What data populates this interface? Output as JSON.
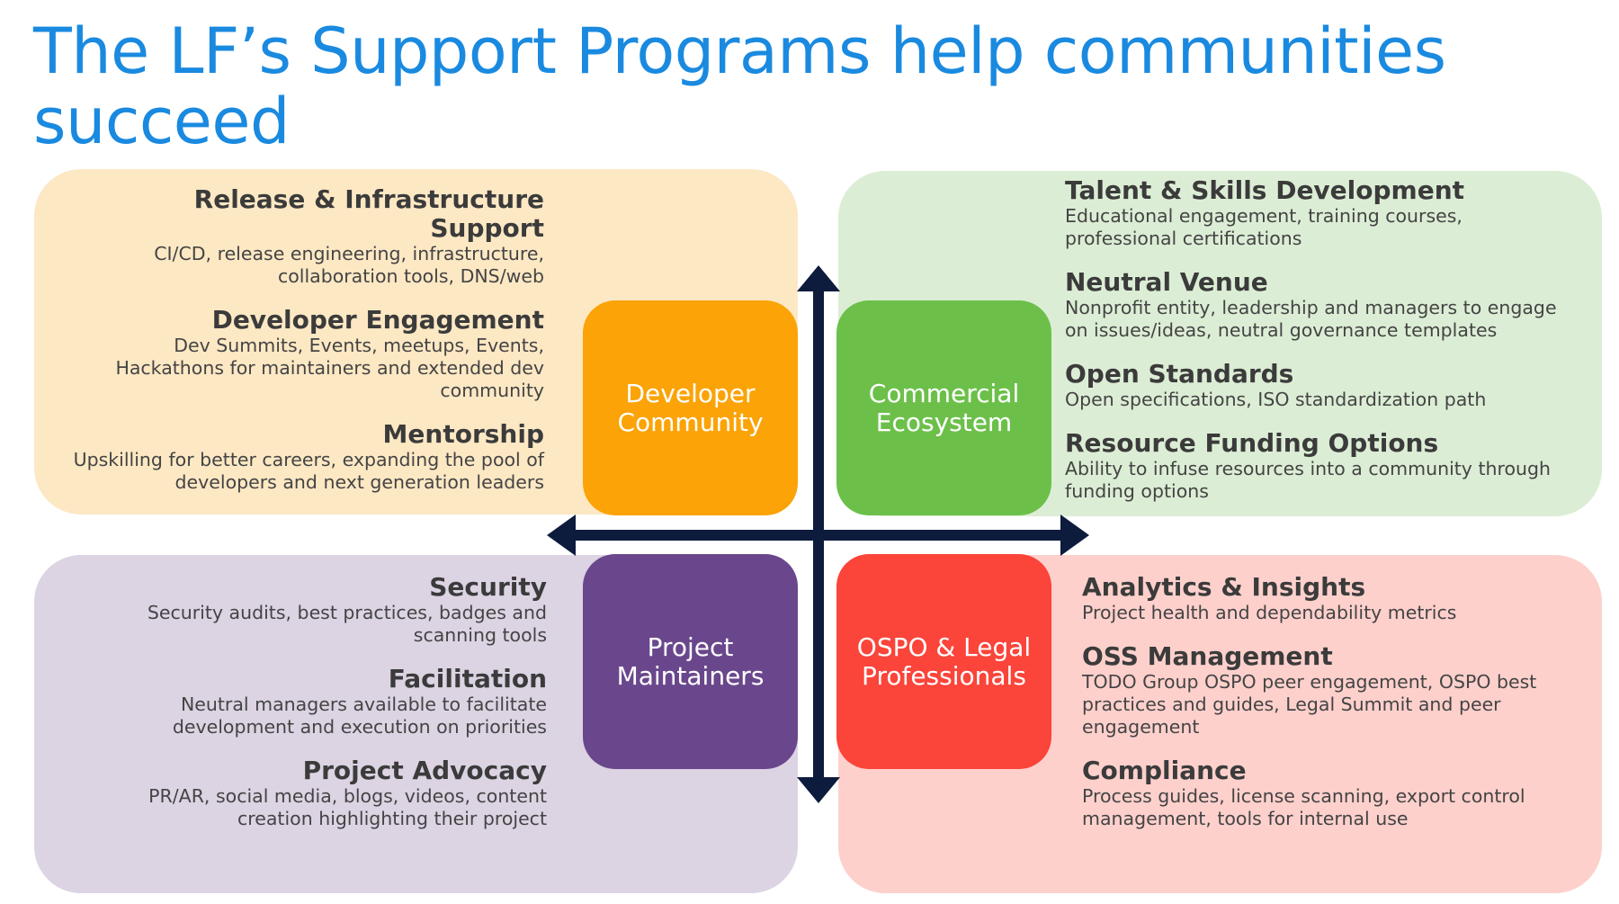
{
  "title": "The LF’s Support Programs help communities succeed",
  "colors": {
    "title": "#1a8ae0",
    "developer_community": "#fba307",
    "commercial_ecosystem": "#6cc04a",
    "project_maintainers": "#6a478c",
    "ospo_legal": "#fb443a",
    "axis": "#0d1b3d"
  },
  "hubs": {
    "developer_community": [
      "Developer",
      "Community"
    ],
    "commercial_ecosystem": [
      "Commercial",
      "Ecosystem"
    ],
    "project_maintainers": [
      "Project",
      "Maintainers"
    ],
    "ospo_legal": [
      "OSPO & Legal",
      "Professionals"
    ]
  },
  "developer_community_items": [
    {
      "heading": "Release & Infrastructure Support",
      "desc": "CI/CD, release engineering, infrastructure, collaboration tools, DNS/web"
    },
    {
      "heading": "Developer Engagement",
      "desc": "Dev Summits, Events, meetups, Events, Hackathons for maintainers and extended dev community"
    },
    {
      "heading": "Mentorship",
      "desc": "Upskilling for better careers, expanding the pool of developers and next generation leaders"
    }
  ],
  "commercial_ecosystem_items": [
    {
      "heading": "Talent & Skills Development",
      "desc": "Educational engagement, training courses, professional certifications"
    },
    {
      "heading": "Neutral Venue",
      "desc": "Nonprofit entity, leadership and managers to engage on issues/ideas, neutral governance templates"
    },
    {
      "heading": "Open Standards",
      "desc": "Open specifications, ISO standardization path"
    },
    {
      "heading": "Resource Funding Options",
      "desc": "Ability to infuse resources into a community through funding options"
    }
  ],
  "project_maintainers_items": [
    {
      "heading": "Security",
      "desc": "Security audits, best practices, badges and scanning tools"
    },
    {
      "heading": "Facilitation",
      "desc": "Neutral managers available to facilitate development and execution on priorities"
    },
    {
      "heading": "Project Advocacy",
      "desc": "PR/AR, social media, blogs, videos, content creation highlighting their project"
    }
  ],
  "ospo_legal_items": [
    {
      "heading": "Analytics & Insights",
      "desc": "Project health and dependability metrics"
    },
    {
      "heading": "OSS Management",
      "desc": "TODO Group OSPO peer engagement, OSPO best practices and guides, Legal Summit and peer engagement"
    },
    {
      "heading": "Compliance",
      "desc": "Process guides, license scanning, export control management, tools for internal use"
    }
  ]
}
